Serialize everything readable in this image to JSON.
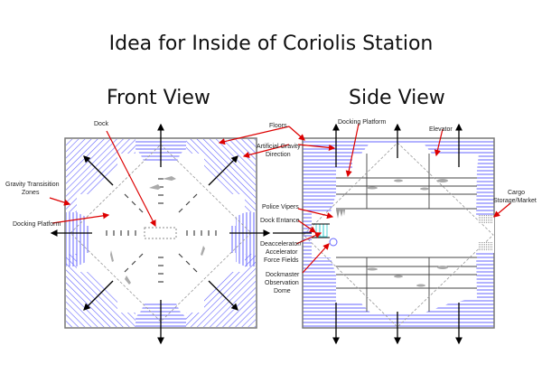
{
  "title": "Idea for Inside of Coriolis Station",
  "front_view": {
    "heading": "Front View",
    "labels": {
      "dock": "Dock",
      "gravity_zones_1": "Gravity Transisition",
      "gravity_zones_2": "Zones",
      "docking_platform": "Docking Platform"
    }
  },
  "side_view": {
    "heading": "Side View",
    "labels": {
      "floors": "Floors",
      "artificial_gravity_1": "Artificial Gravity",
      "artificial_gravity_2": "Direction",
      "docking_platform": "Docking Platform",
      "elevator": "Elevator",
      "police_vipers": "Police Vipers",
      "dock_entrance": "Dock Entance",
      "force_fields_1": "Deaccelerator/",
      "force_fields_2": "Accelerator",
      "force_fields_3": "Force Fields",
      "dockmaster_1": "Dockmaster",
      "dockmaster_2": "Observation",
      "dockmaster_3": "Dome",
      "cargo_1": "Cargo",
      "cargo_2": "Storage/Market"
    }
  },
  "colors": {
    "floor_lines": "#6666ff",
    "annotation_arrows": "#dd0000",
    "gravity_arrows": "#000000",
    "outline": "#777777",
    "force_field": "#33cccc"
  }
}
